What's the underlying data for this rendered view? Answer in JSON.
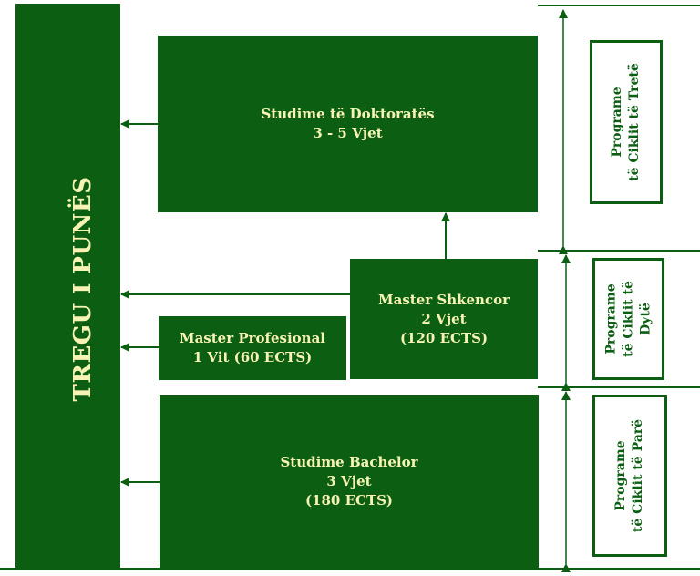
{
  "market": {
    "label": "TREGU I PUNËS"
  },
  "boxes": {
    "doctorate": {
      "line1": "Studime të Doktoratës",
      "line2": "3 - 5 Vjet"
    },
    "master_science": {
      "line1": "Master Shkencor",
      "line2": "2 Vjet",
      "line3": "(120 ECTS)"
    },
    "master_professional": {
      "line1": "Master Profesional",
      "line2": "1 Vit (60 ECTS)"
    },
    "bachelor": {
      "line1": "Studime Bachelor",
      "line2": "3 Vjet",
      "line3": "(180 ECTS)"
    }
  },
  "cycles": {
    "third": {
      "line1": "Programe",
      "line2": "të Ciklit të Tretë"
    },
    "second": {
      "line1": "Programe",
      "line2": "të Ciklit të",
      "line3": "Dytë"
    },
    "first": {
      "line1": "Programe",
      "line2": "të Ciklit të Parë"
    }
  },
  "colors": {
    "green": "#0b5e12",
    "text": "#f7f3b4",
    "background": "#ffffff"
  }
}
